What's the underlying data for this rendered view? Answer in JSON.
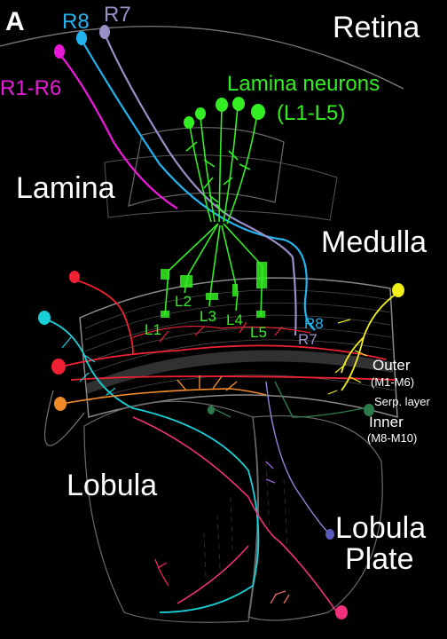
{
  "panel_letter": "A",
  "regions": {
    "retina": "Retina",
    "lamina": "Lamina",
    "medulla": "Medulla",
    "lobula": "Lobula",
    "lobula_plate_line1": "Lobula",
    "lobula_plate_line2": "Plate"
  },
  "photoreceptors": {
    "r8": "R8",
    "r7": "R7",
    "r1_r6": "R1-R6",
    "r8_terminal": "R8",
    "r7_terminal": "R7"
  },
  "lamina_neurons": {
    "title_line1": "Lamina neurons",
    "title_line2": "(L1-L5)",
    "l1": "L1",
    "l2": "L2",
    "l3": "L3",
    "l4": "L4",
    "l5": "L5"
  },
  "medulla_layers": {
    "outer": "Outer",
    "outer_range": "(M1-M6)",
    "serp": "Serp. layer",
    "inner": "Inner",
    "inner_range": "(M8-M10)"
  },
  "colors": {
    "background": "#000000",
    "lamina_neurons": "#33ee22",
    "r8": "#22b4ee",
    "r7": "#9b8fc8",
    "r1_r6": "#e81ad8",
    "red_neuron": "#ee2233",
    "cyan_neuron": "#1ad0d8",
    "yellow_neuron": "#f2ee1a",
    "orange_neuron": "#f08a28",
    "pink_neuron": "#f0307a",
    "outline": "#8a8a8a"
  }
}
